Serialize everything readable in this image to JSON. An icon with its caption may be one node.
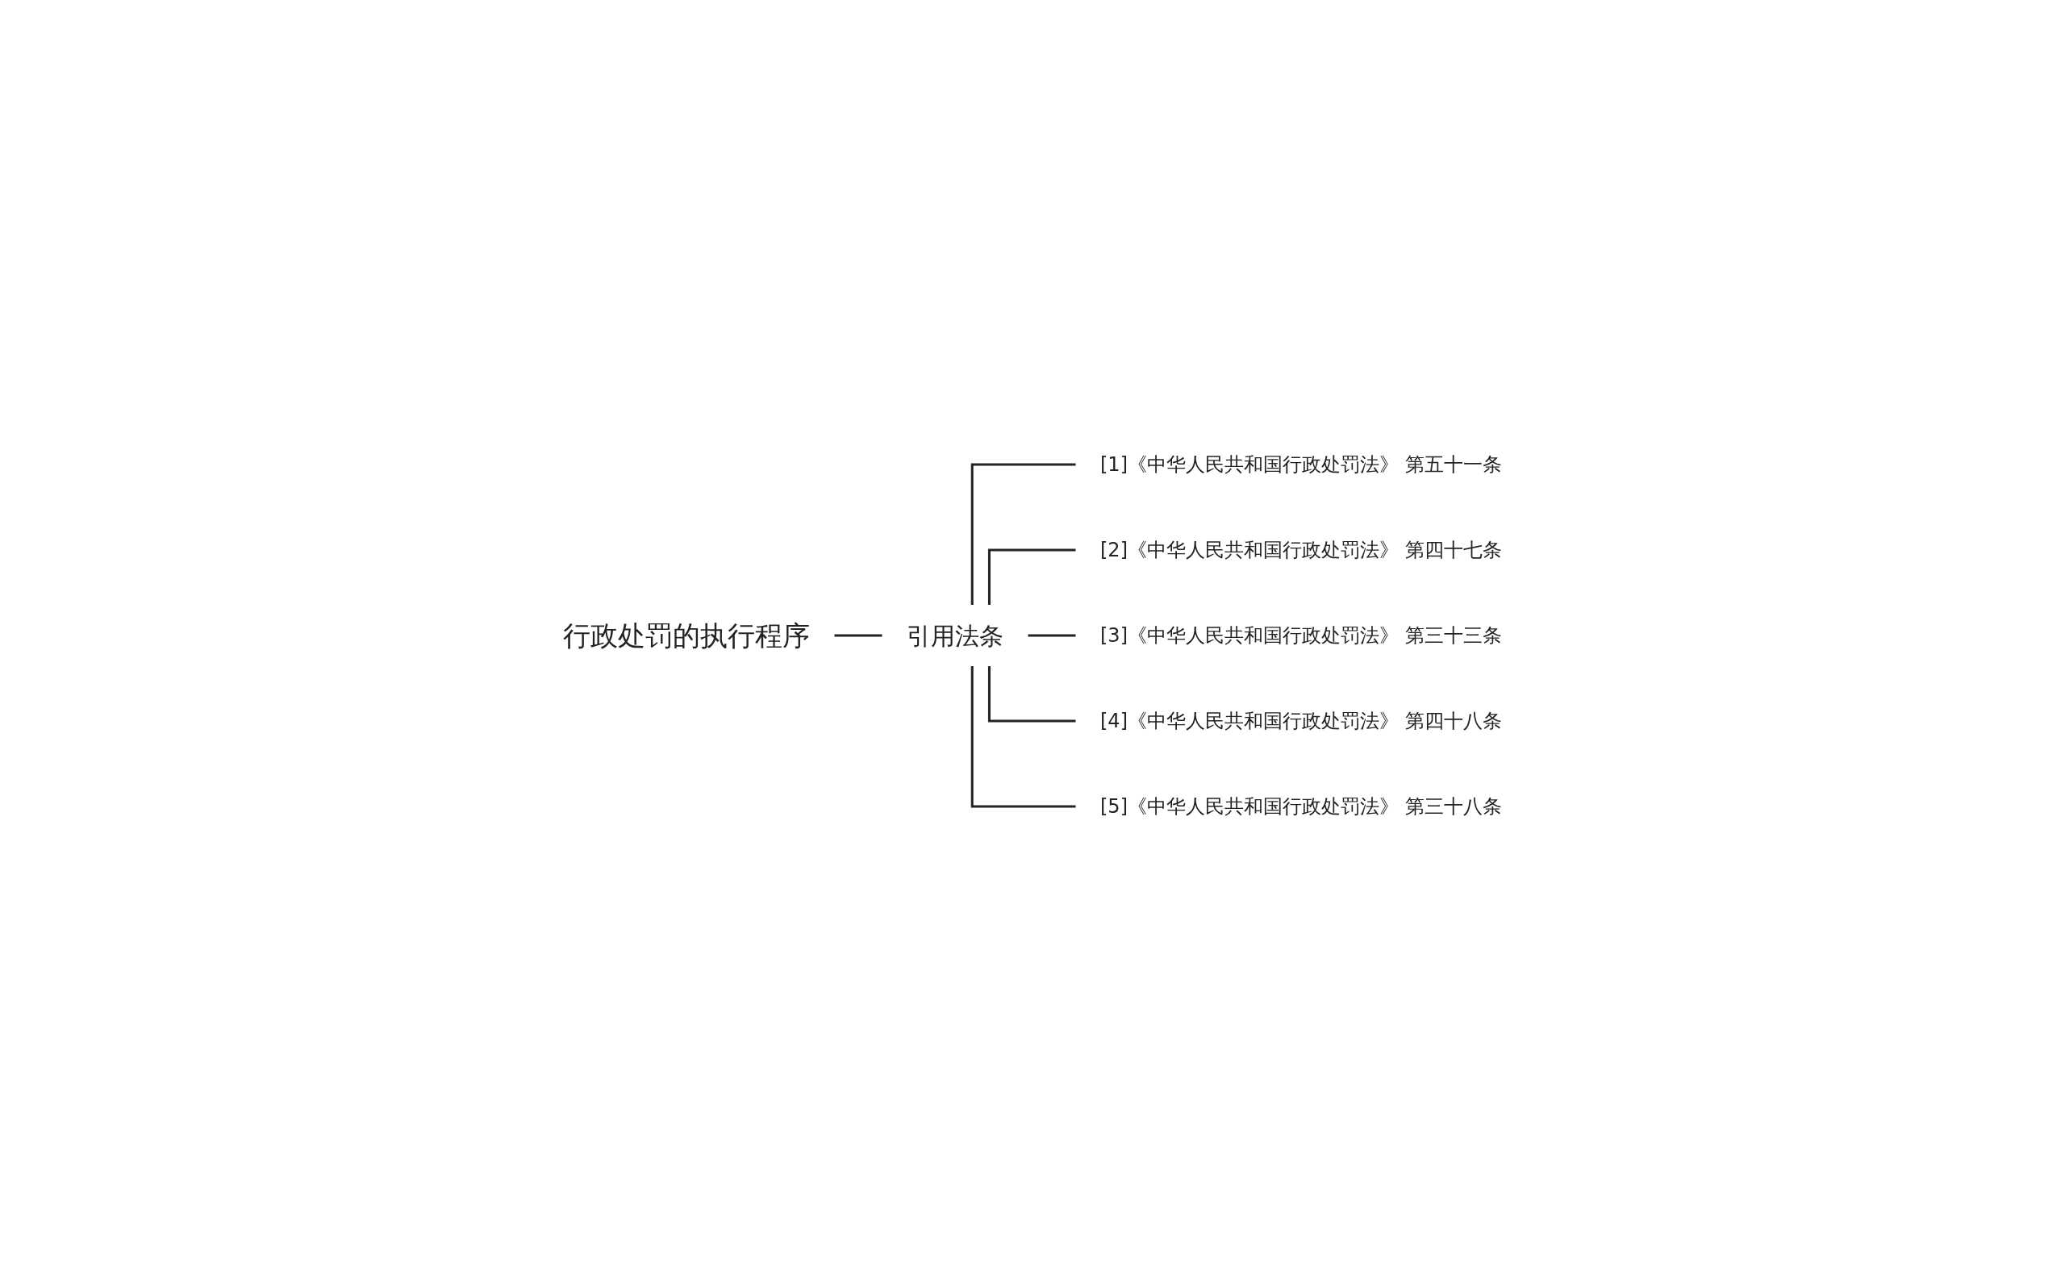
{
  "diagram": {
    "nodes": [
      {
        "text": [
          "行政处罚的执行程序"
        ]
      },
      {
        "text": [
          "引用法条"
        ]
      },
      {
        "text": [
          "[1]《中华人民共和国行政处罚法》 第五十一条"
        ]
      },
      {
        "text": [
          "[2]《中华人民共和国行政处罚法》 第四十七条"
        ]
      },
      {
        "text": [
          "[3]《中华人民共和国行政处罚法》 第三十三条"
        ]
      },
      {
        "text": [
          "[4]《中华人民共和国行政处罚法》 第四十八条"
        ]
      },
      {
        "text": [
          "[5]《中华人民共和国行政处罚法》 第三十八条"
        ]
      }
    ],
    "edges": [
      {
        "from": 0,
        "to": 1,
        "arrow": "none"
      },
      {
        "from": 1,
        "to": 2,
        "arrow": "none"
      },
      {
        "from": 1,
        "to": 3,
        "arrow": "none"
      },
      {
        "from": 1,
        "to": 4,
        "arrow": "none"
      },
      {
        "from": 1,
        "to": 5,
        "arrow": "none"
      },
      {
        "from": 1,
        "to": 6,
        "arrow": "none"
      }
    ]
  }
}
